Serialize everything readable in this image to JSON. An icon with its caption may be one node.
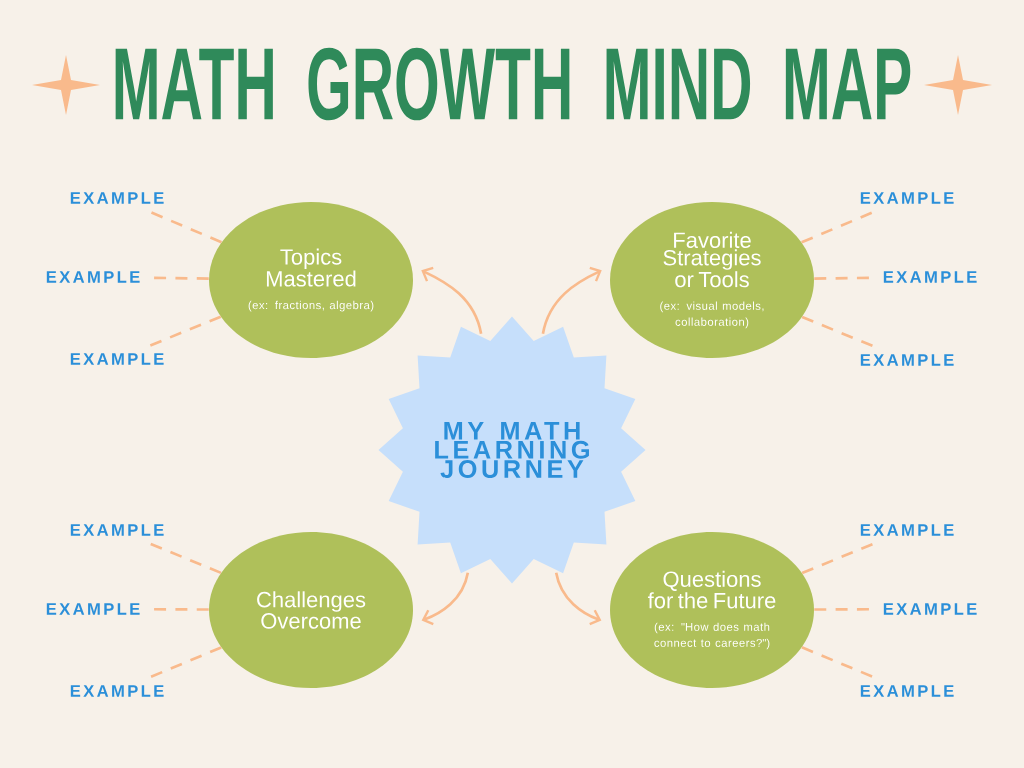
{
  "diagram": {
    "title": "MATH GROWTH MIND MAP",
    "nodes": [
      {
        "text": [
          "Topics Mastered",
          "(ex: fractions, algebra)"
        ]
      },
      {
        "text": [
          "Favorite Strategies or Tools",
          "(ex: visual models, collaboration)"
        ]
      },
      {
        "text": [
          "MY MATH LEARNING JOURNEY"
        ]
      },
      {
        "text": [
          "Challenges Overcome"
        ]
      },
      {
        "text": [
          "Questions for the Future",
          "(ex: \"How does math connect to careers?\")"
        ]
      },
      {
        "text": [
          "EXAMPLE"
        ]
      },
      {
        "text": [
          "EXAMPLE"
        ]
      },
      {
        "text": [
          "EXAMPLE"
        ]
      },
      {
        "text": [
          "EXAMPLE"
        ]
      },
      {
        "text": [
          "EXAMPLE"
        ]
      },
      {
        "text": [
          "EXAMPLE"
        ]
      },
      {
        "text": [
          "EXAMPLE"
        ]
      },
      {
        "text": [
          "EXAMPLE"
        ]
      },
      {
        "text": [
          "EXAMPLE"
        ]
      },
      {
        "text": [
          "EXAMPLE"
        ]
      },
      {
        "text": [
          "EXAMPLE"
        ]
      },
      {
        "text": [
          "EXAMPLE"
        ]
      }
    ],
    "edges": [
      {
        "from": 2,
        "to": 0,
        "arrow": "to"
      },
      {
        "from": 2,
        "to": 1,
        "arrow": "to"
      },
      {
        "from": 2,
        "to": 3,
        "arrow": "to"
      },
      {
        "from": 2,
        "to": 4,
        "arrow": "to"
      },
      {
        "from": 0,
        "to": 5,
        "arrow": "none",
        "style": "dashed"
      },
      {
        "from": 0,
        "to": 6,
        "arrow": "none",
        "style": "dashed"
      },
      {
        "from": 0,
        "to": 7,
        "arrow": "none",
        "style": "dashed"
      },
      {
        "from": 1,
        "to": 8,
        "arrow": "none",
        "style": "dashed"
      },
      {
        "from": 1,
        "to": 9,
        "arrow": "none",
        "style": "dashed"
      },
      {
        "from": 1,
        "to": 10,
        "arrow": "none",
        "style": "dashed"
      },
      {
        "from": 3,
        "to": 11,
        "arrow": "none",
        "style": "dashed"
      },
      {
        "from": 3,
        "to": 12,
        "arrow": "none",
        "style": "dashed"
      },
      {
        "from": 3,
        "to": 13,
        "arrow": "none",
        "style": "dashed"
      },
      {
        "from": 4,
        "to": 14,
        "arrow": "none",
        "style": "dashed"
      },
      {
        "from": 4,
        "to": 15,
        "arrow": "none",
        "style": "dashed"
      },
      {
        "from": 4,
        "to": 16,
        "arrow": "none",
        "style": "dashed"
      }
    ]
  }
}
